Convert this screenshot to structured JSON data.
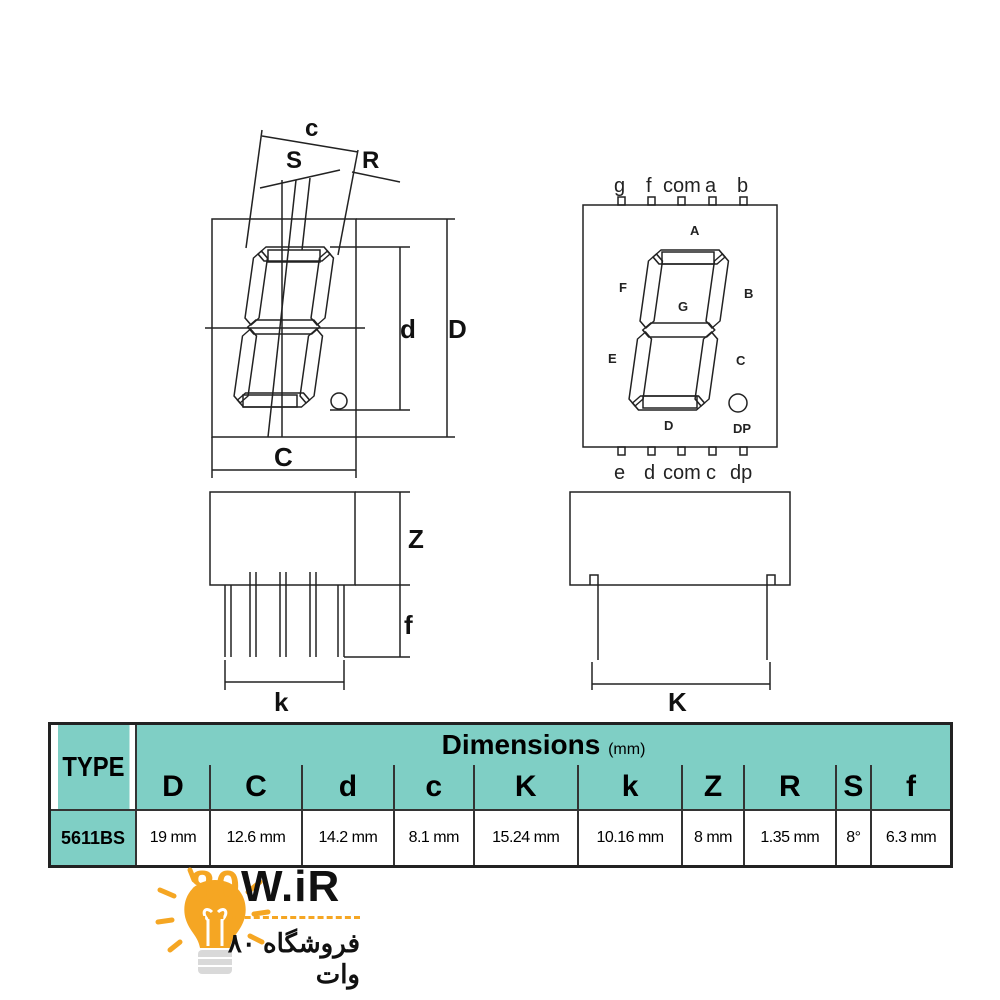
{
  "left_view": {
    "c": "c",
    "S": "S",
    "R": "R",
    "d": "d",
    "D": "D",
    "C": "C",
    "Z": "Z",
    "f": "f",
    "k": "k"
  },
  "right_view": {
    "top_pins": [
      "g",
      "f",
      "com",
      "a",
      "b"
    ],
    "bottom_pins": [
      "e",
      "d",
      "com",
      "c",
      "dp"
    ],
    "segments": {
      "A": "A",
      "B": "B",
      "C": "C",
      "D": "D",
      "E": "E",
      "F": "F",
      "G": "G",
      "DP": "DP"
    },
    "K": "K"
  },
  "table": {
    "type_header": "TYPE",
    "title": "Dimensions",
    "unit": "(mm)",
    "columns": [
      "D",
      "C",
      "d",
      "c",
      "K",
      "k",
      "Z",
      "R",
      "S",
      "f"
    ],
    "rows": [
      {
        "type": "5611BS",
        "values": [
          "19 mm",
          "12.6 mm",
          "14.2 mm",
          "8.1 mm",
          "15.24 mm",
          "10.16 mm",
          "8 mm",
          "1.35 mm",
          "8°",
          "6.3 mm"
        ]
      }
    ]
  },
  "logo": {
    "brand_digits": "80",
    "brand_rest": "W.iR",
    "tagline": "فروشگاه ۸۰ وات"
  },
  "colors": {
    "table_header": "#7fcfc5",
    "logo_accent": "#f5a623"
  }
}
